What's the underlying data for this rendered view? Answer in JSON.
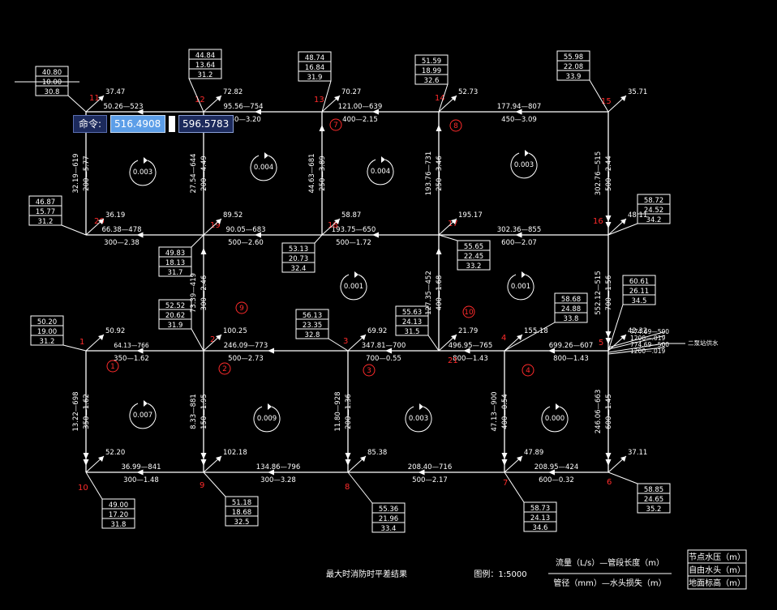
{
  "caption": {
    "title": "最大时消防时平差结果",
    "scale": "图例：1:5000",
    "legend_flow": "流量（L/s）—管段长度（m）",
    "legend_pipe": "管径（mm）—水头损失（m）",
    "legend_box": [
      "节点水压（m）",
      "自由水头（m）",
      "地面标高（m）"
    ]
  },
  "command": {
    "label": "命令:",
    "x": "516.4908",
    "y": "596.5783"
  },
  "nodes": [
    {
      "id": "1",
      "demand": "50.92",
      "box": [
        "50.20",
        "19.00",
        "31.2"
      ]
    },
    {
      "id": "2",
      "demand": "100.25",
      "box": [
        "52.52",
        "20.62",
        "31.9"
      ]
    },
    {
      "id": "3",
      "demand": "69.92",
      "box": [
        "56.13",
        "23.35",
        "32.8"
      ]
    },
    {
      "id": "4",
      "demand": "155.18",
      "box": [
        "58.68",
        "24.88",
        "33.8"
      ]
    },
    {
      "id": "5",
      "demand": "42.32",
      "box": [
        "60.61",
        "26.11",
        "34.5"
      ]
    },
    {
      "id": "6",
      "demand": "37.11",
      "box": [
        "58.85",
        "24.65",
        "35.2"
      ]
    },
    {
      "id": "7",
      "demand": "47.89",
      "box": [
        "58.73",
        "24.13",
        "34.6"
      ]
    },
    {
      "id": "8",
      "demand": "85.38",
      "box": [
        "55.36",
        "21.96",
        "33.4"
      ]
    },
    {
      "id": "9",
      "demand": "102.18",
      "box": [
        "51.18",
        "18.68",
        "32.5"
      ]
    },
    {
      "id": "10",
      "demand": "52.20",
      "box": [
        "49.00",
        "17.20",
        "31.8"
      ]
    },
    {
      "id": "11",
      "demand": "37.47",
      "box": [
        "40.80",
        "10.00",
        "30.8"
      ]
    },
    {
      "id": "12",
      "demand": "72.82",
      "box": [
        "44.84",
        "13.64",
        "31.2"
      ]
    },
    {
      "id": "13",
      "demand": "70.27",
      "box": [
        "48.74",
        "16.84",
        "31.9"
      ]
    },
    {
      "id": "14",
      "demand": "52.73",
      "box": [
        "51.59",
        "18.99",
        "32.6"
      ]
    },
    {
      "id": "15",
      "demand": "35.71",
      "box": [
        "55.98",
        "22.08",
        "33.9"
      ]
    },
    {
      "id": "16",
      "demand": "48.11",
      "box": [
        "58.72",
        "24.52",
        "34.2"
      ]
    },
    {
      "id": "17",
      "demand": "195.17",
      "box": [
        "55.65",
        "22.45",
        "33.2"
      ]
    },
    {
      "id": "18",
      "demand": "58.87",
      "box": [
        "53.13",
        "20.73",
        "32.4"
      ]
    },
    {
      "id": "19",
      "demand": "89.52",
      "box": [
        "49.83",
        "18.13",
        "31.7"
      ]
    },
    {
      "id": "20",
      "demand": "36.19",
      "box": [
        "46.87",
        "15.77",
        "31.2"
      ]
    },
    {
      "id": "21",
      "demand": "21.79",
      "box": [
        "55.63",
        "24.13",
        "31.5"
      ]
    }
  ],
  "pipes_h": [
    {
      "top": "50.26—523",
      "bottom": ""
    },
    {
      "top": "95.56—754",
      "bottom": "350—3.20"
    },
    {
      "top": "121.00—639",
      "bottom": "400—2.15"
    },
    {
      "top": "177.94—807",
      "bottom": "450—3.09"
    },
    {
      "top": "66.38—478",
      "bottom": "300—2.38"
    },
    {
      "top": "90.05—683",
      "bottom": "500—2.60"
    },
    {
      "top": "193.75—650",
      "bottom": "500—1.72"
    },
    {
      "top": "302.36—855",
      "bottom": "600—2.07"
    },
    {
      "top": "64.13—766",
      "bottom": "350—1.62"
    },
    {
      "top": "246.09—773",
      "bottom": "500—2.73"
    },
    {
      "top": "347.81—700",
      "bottom": "700—0.55"
    },
    {
      "top": "496.95—765",
      "bottom": "800—1.43"
    },
    {
      "top": "699.26—607",
      "bottom": "800—1.43"
    },
    {
      "top": "36.99—841",
      "bottom": "300—1.48"
    },
    {
      "top": "134.86—796",
      "bottom": "300—3.28"
    },
    {
      "top": "208.40—716",
      "bottom": "500—2.17"
    },
    {
      "top": "208.95—424",
      "bottom": "600—0.32"
    }
  ],
  "pipes_v": [
    {
      "a": "32.19—619",
      "b": "200—5.77"
    },
    {
      "a": "27.54—644",
      "b": "200—4.49"
    },
    {
      "a": "44.63—681",
      "b": "250—3.89"
    },
    {
      "a": "193.76—731",
      "b": "250—3.46"
    },
    {
      "a": "302.76—515",
      "b": "500—2.44"
    },
    {
      "a": "73.39—419",
      "b": "300—2.46"
    },
    {
      "a": "127.35—452",
      "b": "400—1.68"
    },
    {
      "a": "552.12—515",
      "b": "700—1.56"
    },
    {
      "a": "13.22—698",
      "b": "350—1.62"
    },
    {
      "a": "8.33—881",
      "b": "150—1.95"
    },
    {
      "a": "11.80—928",
      "b": "200—1.36"
    },
    {
      "a": "47.13—900",
      "b": "400—0.54"
    },
    {
      "a": "246.06—663",
      "b": "600—1.45"
    }
  ],
  "loops": [
    {
      "num": "1",
      "flow": "0.007"
    },
    {
      "num": "2",
      "flow": "0.009"
    },
    {
      "num": "3",
      "flow": "0.003"
    },
    {
      "num": "4",
      "flow": "0.000"
    },
    {
      "num": "",
      "flow": "0.003"
    },
    {
      "num": "",
      "flow": "0.004"
    },
    {
      "num": "7",
      "flow": "0.004"
    },
    {
      "num": "8",
      "flow": "0.003"
    },
    {
      "num": "9",
      "flow": ""
    },
    {
      "num": "",
      "flow": "0.001"
    },
    {
      "num": "10",
      "flow": "0.001"
    }
  ],
  "source": {
    "supply": [
      "774.69—500",
      "1200—.019",
      "774.69—500",
      "1200—.019"
    ],
    "label": "二泵站供水"
  }
}
